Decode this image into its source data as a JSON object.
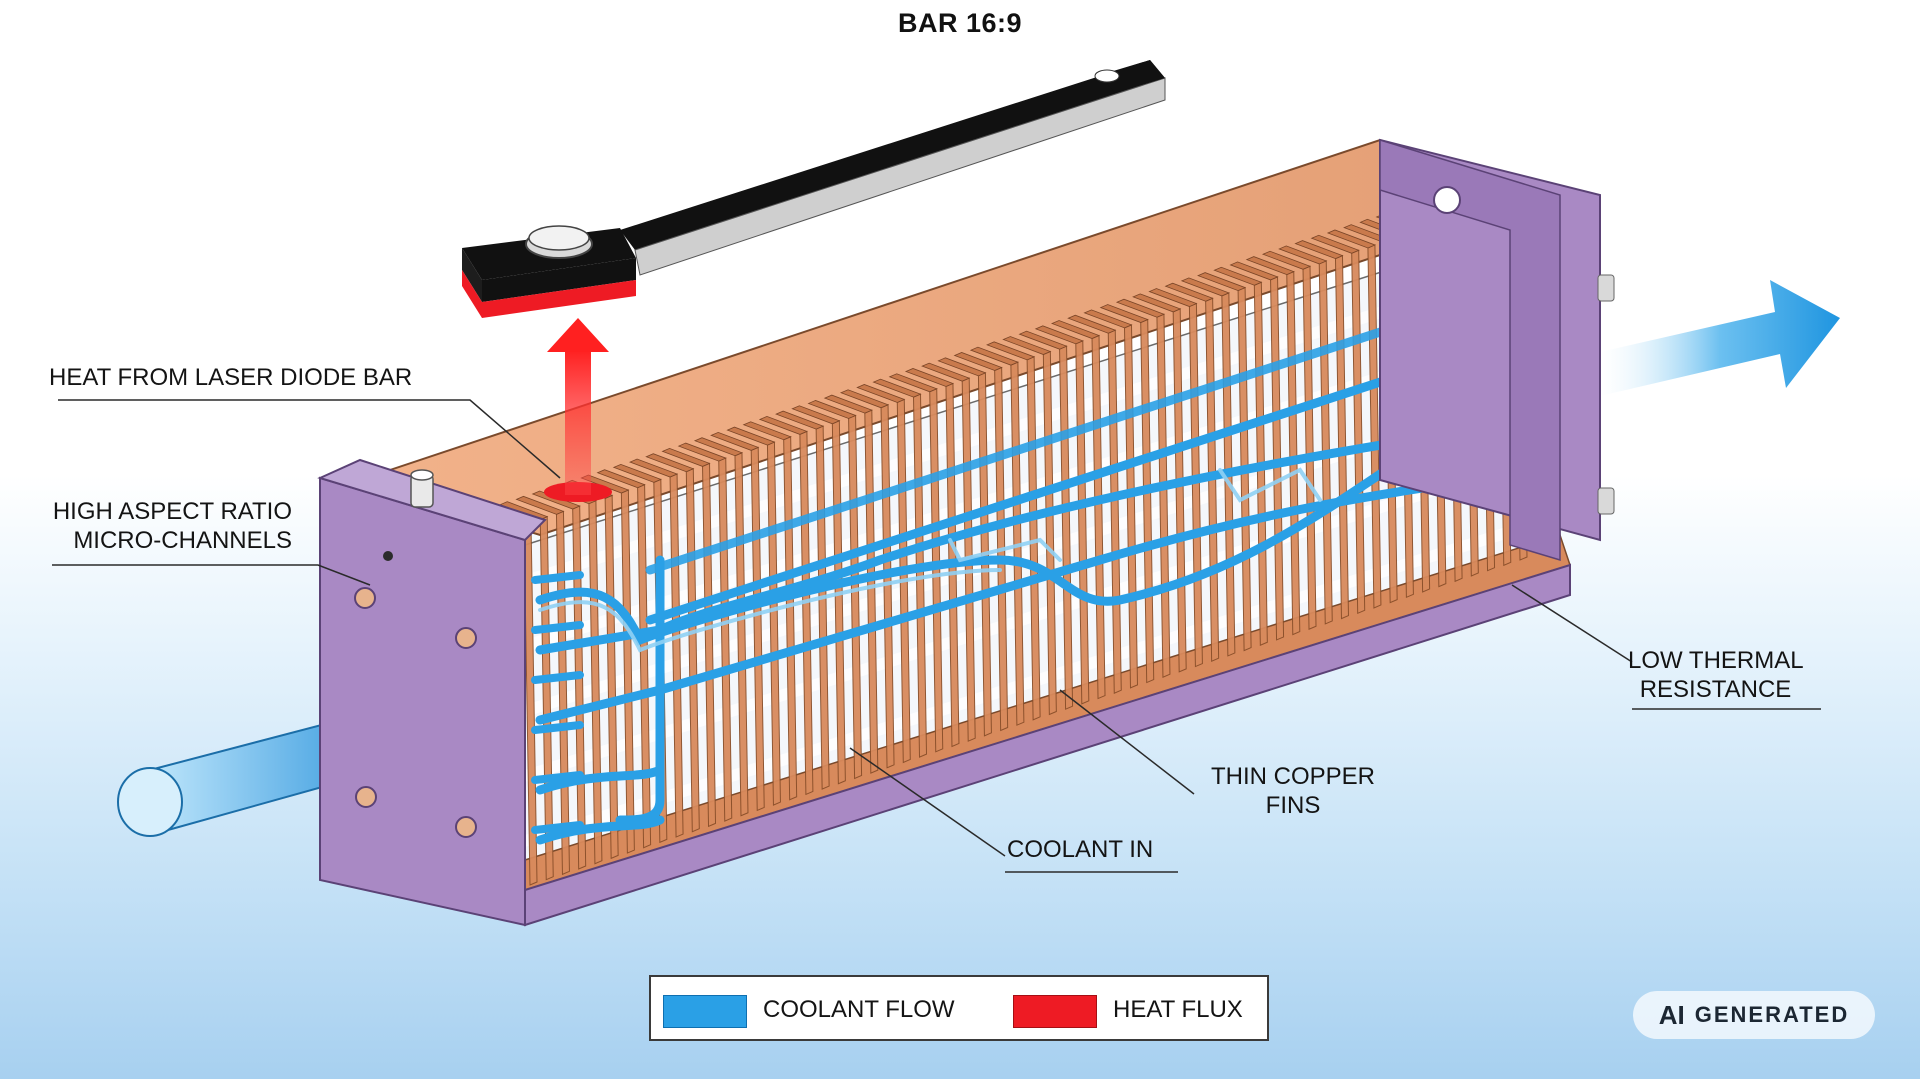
{
  "title": "BAR 16:9",
  "callouts": {
    "heat_from_laser": "HEAT FROM LASER DIODE BAR",
    "micro_channels_line1": "HIGH ASPECT RATIO",
    "micro_channels_line2": "MICRO-CHANNELS",
    "low_thermal_line1": "LOW THERMAL",
    "low_thermal_line2": "RESISTANCE",
    "thin_fins_line1": "THIN COPPER",
    "thin_fins_line2": "FINS",
    "coolant_in": "COOLANT IN"
  },
  "legend": {
    "items": [
      {
        "label": "COOLANT FLOW",
        "color": "#2aa0e6"
      },
      {
        "label": "HEAT FLUX",
        "color": "#ee1b24"
      }
    ]
  },
  "badge": {
    "ai": "AI",
    "generated": "GENERATED"
  },
  "colors": {
    "housing": "#a989c4",
    "copper": "#d88a5c",
    "coolant": "#2aa0e6",
    "heat": "#ee1b24",
    "laser_bar": "#111111"
  }
}
